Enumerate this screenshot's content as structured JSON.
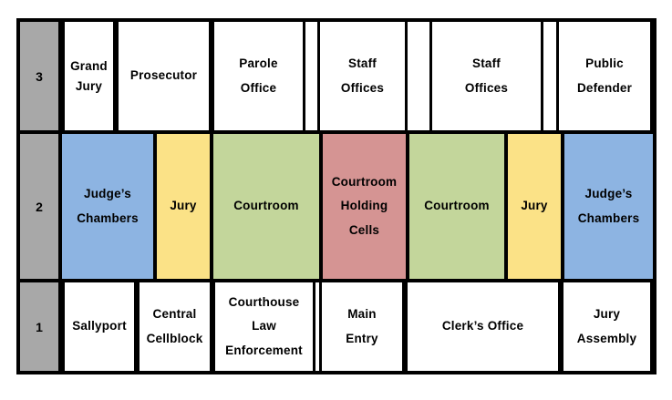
{
  "palette": {
    "background": "#ffffff",
    "border": "#000000",
    "floor_label_bg": "#a8a8a8",
    "room_white": "#ffffff",
    "judges_chambers_blue": "#8db4e2",
    "jury_yellow": "#fbe287",
    "courtroom_green": "#c3d69b",
    "holding_cells_red": "#d59493"
  },
  "floors": [
    {
      "number": "3",
      "rooms": [
        {
          "label": "Grand\nJury",
          "color": "#ffffff"
        },
        {
          "label": "Prosecutor",
          "color": "#ffffff"
        },
        {
          "label": "Parole\nOffice",
          "color": "#ffffff"
        },
        {
          "label": "Staff\nOffices",
          "color": "#ffffff"
        },
        {
          "label": "Staff\nOffices",
          "color": "#ffffff"
        },
        {
          "label": "Public\nDefender",
          "color": "#ffffff"
        }
      ]
    },
    {
      "number": "2",
      "rooms": [
        {
          "label": "Judge’s\nChambers",
          "color": "#8db4e2"
        },
        {
          "label": "Jury",
          "color": "#fbe287"
        },
        {
          "label": "Courtroom",
          "color": "#c3d69b"
        },
        {
          "label": "Courtroom\nHolding\nCells",
          "color": "#d59493"
        },
        {
          "label": "Courtroom",
          "color": "#c3d69b"
        },
        {
          "label": "Jury",
          "color": "#fbe287"
        },
        {
          "label": "Judge’s\nChambers",
          "color": "#8db4e2"
        }
      ]
    },
    {
      "number": "1",
      "rooms": [
        {
          "label": "Sallyport",
          "color": "#ffffff"
        },
        {
          "label": "Central\nCellblock",
          "color": "#ffffff"
        },
        {
          "label": "Courthouse\nLaw\nEnforcement",
          "color": "#ffffff"
        },
        {
          "label": "Main\nEntry",
          "color": "#ffffff"
        },
        {
          "label": "Clerk’s Office",
          "color": "#ffffff"
        },
        {
          "label": "Jury\nAssembly",
          "color": "#ffffff"
        }
      ]
    }
  ]
}
